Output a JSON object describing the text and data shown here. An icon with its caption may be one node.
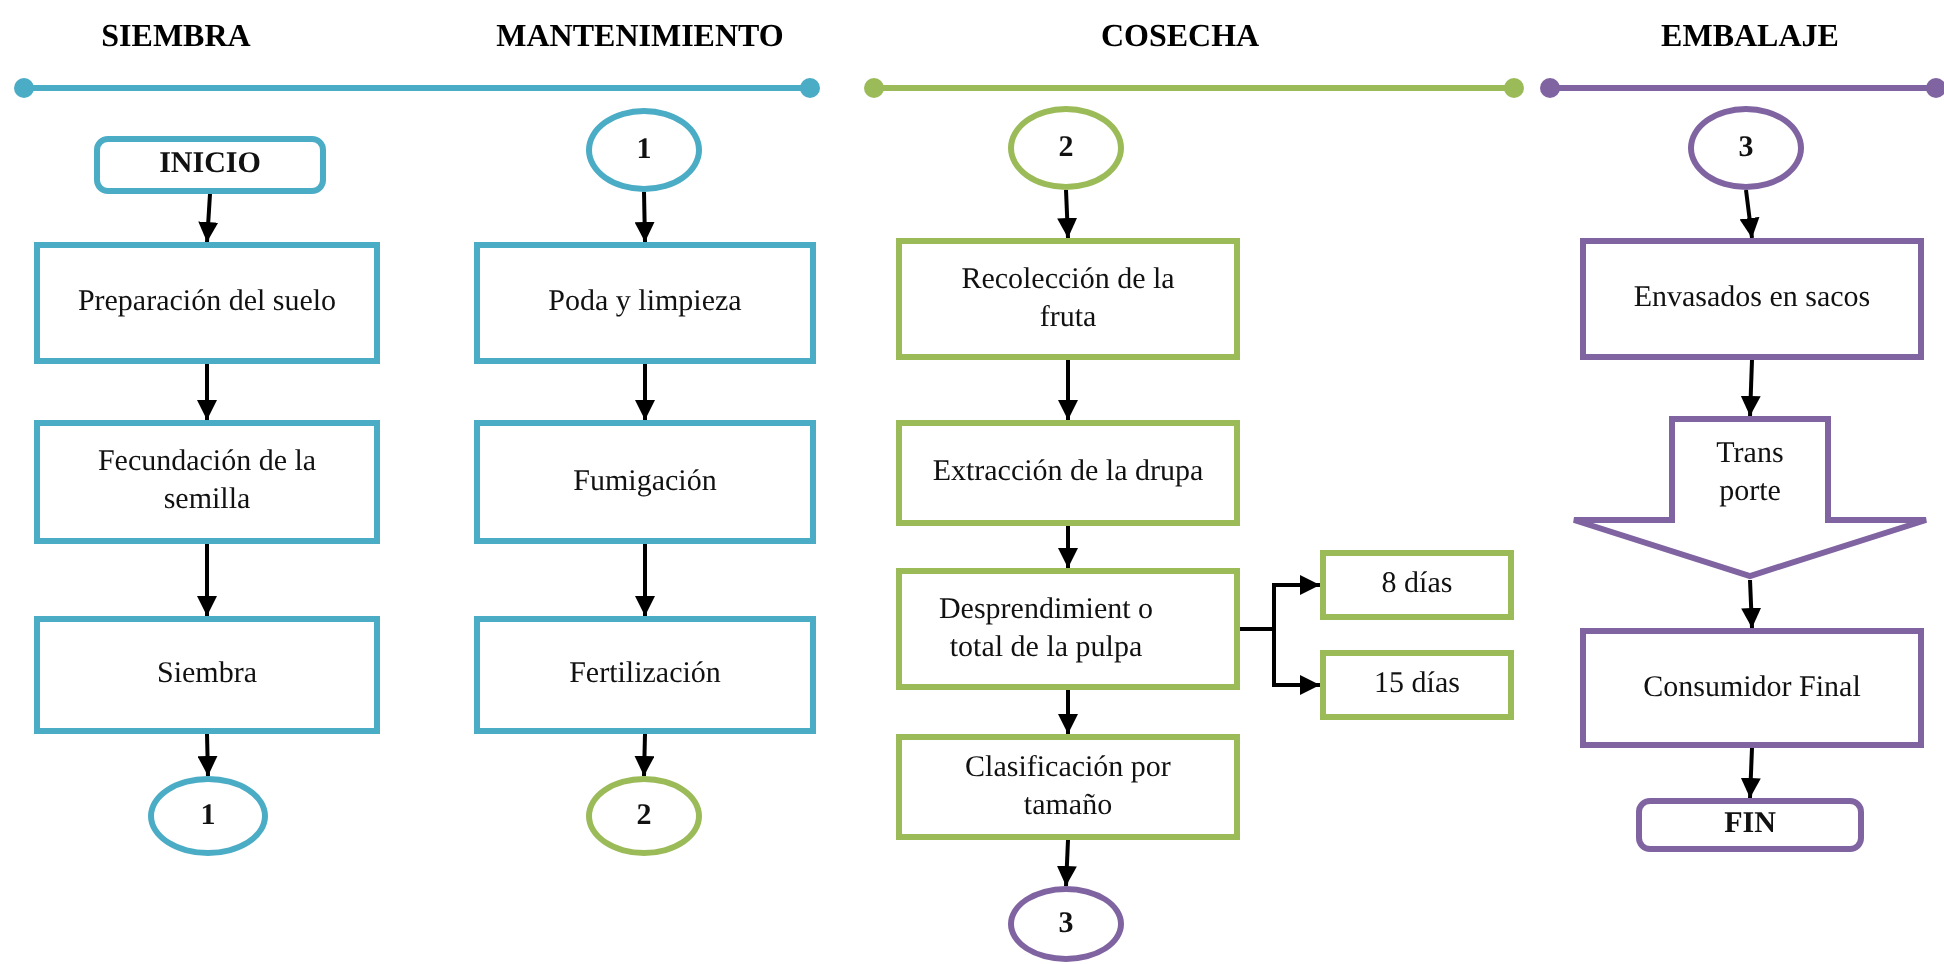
{
  "diagram": {
    "nodes": [
      {
        "text": [
          "INICIO"
        ]
      },
      {
        "text": [
          "Preparación del suelo"
        ]
      },
      {
        "text": [
          "Fecundación de la semilla"
        ]
      },
      {
        "text": [
          "Siembra"
        ]
      },
      {
        "text": [
          "1"
        ]
      },
      {
        "text": [
          "1"
        ]
      },
      {
        "text": [
          "Poda y limpieza"
        ]
      },
      {
        "text": [
          "Fumigación"
        ]
      },
      {
        "text": [
          "Fertilización"
        ]
      },
      {
        "text": [
          "2"
        ]
      },
      {
        "text": [
          "2"
        ]
      },
      {
        "text": [
          "Recolección de la fruta"
        ]
      },
      {
        "text": [
          "Extracción de la drupa"
        ]
      },
      {
        "text": [
          "Desprendimient o total de la pulpa"
        ]
      },
      {
        "text": [
          "8 días"
        ]
      },
      {
        "text": [
          "15 días"
        ]
      },
      {
        "text": [
          "Clasificación por tamaño"
        ]
      },
      {
        "text": [
          "3"
        ]
      },
      {
        "text": [
          "3"
        ]
      },
      {
        "text": [
          "Envasados en sacos"
        ]
      },
      {
        "text": [
          "Trans porte"
        ]
      },
      {
        "text": [
          "Consumidor Final"
        ]
      },
      {
        "text": [
          "FIN"
        ]
      }
    ],
    "edges": [
      {
        "from": 0,
        "to": 1,
        "arrow": "to"
      },
      {
        "from": 1,
        "to": 2,
        "arrow": "to"
      },
      {
        "from": 2,
        "to": 3,
        "arrow": "to"
      },
      {
        "from": 3,
        "to": 4,
        "arrow": "to"
      },
      {
        "from": 5,
        "to": 6,
        "arrow": "to"
      },
      {
        "from": 6,
        "to": 7,
        "arrow": "to"
      },
      {
        "from": 7,
        "to": 8,
        "arrow": "to"
      },
      {
        "from": 8,
        "to": 9,
        "arrow": "to"
      },
      {
        "from": 10,
        "to": 11,
        "arrow": "to"
      },
      {
        "from": 11,
        "to": 12,
        "arrow": "to"
      },
      {
        "from": 12,
        "to": 13,
        "arrow": "to"
      },
      {
        "from": 13,
        "to": 14,
        "arrow": "to"
      },
      {
        "from": 13,
        "to": 15,
        "arrow": "to"
      },
      {
        "from": 13,
        "to": 16,
        "arrow": "to"
      },
      {
        "from": 16,
        "to": 17,
        "arrow": "to"
      },
      {
        "from": 18,
        "to": 19,
        "arrow": "to"
      },
      {
        "from": 19,
        "to": 20,
        "arrow": "to"
      },
      {
        "from": 20,
        "to": 21,
        "arrow": "to"
      },
      {
        "from": 21,
        "to": 22,
        "arrow": "to"
      }
    ],
    "labels": [
      "SIEMBRA",
      "MANTENIMIENTO",
      "COSECHA",
      "EMBALAJE"
    ]
  }
}
